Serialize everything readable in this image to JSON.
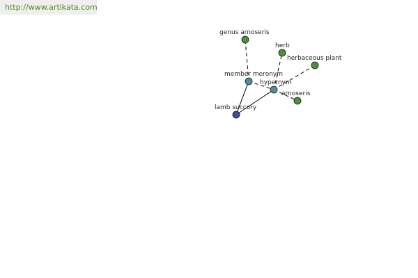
{
  "banner": {
    "url": "http://www.artikata.com",
    "text_color": "#4a8a1a",
    "background": "#efefef"
  },
  "colors": {
    "center_node": "#3b4f9a",
    "relation_node": "#4f8f9a",
    "leaf_node": "#4f8f3e",
    "edge": "#000000",
    "label": "#222222"
  },
  "graph": {
    "nodes": [
      {
        "id": "lamb-succory",
        "label": "lamb succory",
        "role": "center"
      },
      {
        "id": "member-meronym",
        "label": "member meronym",
        "role": "relation"
      },
      {
        "id": "hypernym",
        "label": "hypernym",
        "role": "relation"
      },
      {
        "id": "genus-arnoseris",
        "label": "genus arnoseris",
        "role": "leaf"
      },
      {
        "id": "herb",
        "label": "herb",
        "role": "leaf"
      },
      {
        "id": "herbaceous-plant",
        "label": "herbaceous plant",
        "role": "leaf"
      },
      {
        "id": "arnoseris",
        "label": "arnoseris",
        "role": "leaf"
      }
    ],
    "edges": [
      {
        "from": "lamb-succory",
        "to": "member-meronym",
        "style": "solid"
      },
      {
        "from": "lamb-succory",
        "to": "hypernym",
        "style": "solid"
      },
      {
        "from": "member-meronym",
        "to": "genus-arnoseris",
        "style": "dashed"
      },
      {
        "from": "member-meronym",
        "to": "hypernym",
        "style": "dashed"
      },
      {
        "from": "hypernym",
        "to": "herb",
        "style": "dashed"
      },
      {
        "from": "hypernym",
        "to": "herbaceous-plant",
        "style": "dashed"
      },
      {
        "from": "hypernym",
        "to": "arnoseris",
        "style": "dashed"
      }
    ]
  }
}
